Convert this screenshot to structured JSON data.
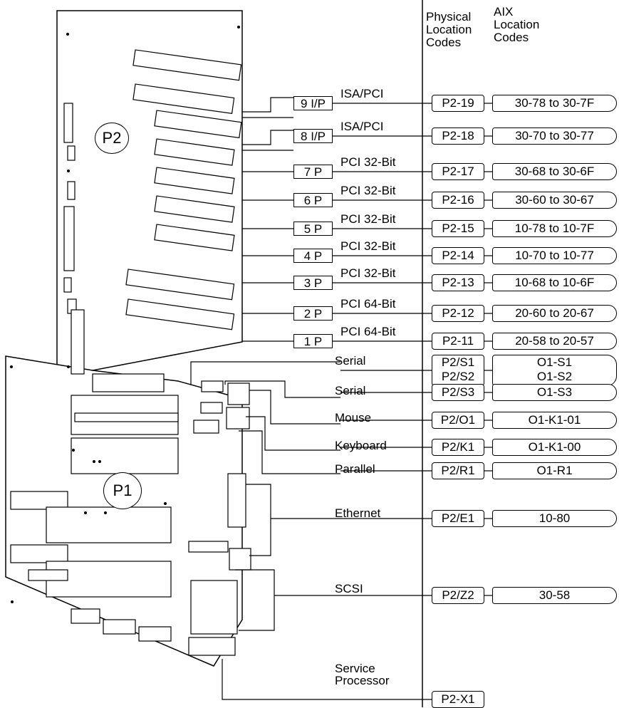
{
  "header": {
    "physical_col": "Physical Location Codes",
    "aix_col": "AIX Location Codes"
  },
  "boards": {
    "p2": "P2",
    "p1": "P1"
  },
  "slots": [
    {
      "slot": "9 I/P",
      "bus": "ISA/PCI",
      "physical": "P2-19",
      "aix": "30-78 to 30-7F"
    },
    {
      "slot": "8 I/P",
      "bus": "ISA/PCI",
      "physical": "P2-18",
      "aix": "30-70 to 30-77"
    },
    {
      "slot": "7 P",
      "bus": "PCI 32-Bit",
      "physical": "P2-17",
      "aix": "30-68 to 30-6F"
    },
    {
      "slot": "6 P",
      "bus": "PCI 32-Bit",
      "physical": "P2-16",
      "aix": "30-60 to 30-67"
    },
    {
      "slot": "5 P",
      "bus": "PCI 32-Bit",
      "physical": "P2-15",
      "aix": "10-78 to 10-7F"
    },
    {
      "slot": "4 P",
      "bus": "PCI 32-Bit",
      "physical": "P2-14",
      "aix": "10-70 to 10-77"
    },
    {
      "slot": "3 P",
      "bus": "PCI 32-Bit",
      "physical": "P2-13",
      "aix": "10-68 to 10-6F"
    },
    {
      "slot": "2 P",
      "bus": "PCI 64-Bit",
      "physical": "P2-12",
      "aix": "20-60 to 20-67"
    },
    {
      "slot": "1 P",
      "bus": "PCI 64-Bit",
      "physical": "P2-11",
      "aix": "20-58 to 20-57"
    }
  ],
  "ports": [
    {
      "name": "Serial",
      "physical": "P2/S1\nP2/S2",
      "aix": "O1-S1\nO1-S2"
    },
    {
      "name": "Serial",
      "physical": "P2/S3",
      "aix": "O1-S3"
    },
    {
      "name": "Mouse",
      "physical": "P2/O1",
      "aix": "O1-K1-01"
    },
    {
      "name": "Keyboard",
      "physical": "P2/K1",
      "aix": "O1-K1-00"
    },
    {
      "name": "Parallel",
      "physical": "P2/R1",
      "aix": "O1-R1"
    },
    {
      "name": "Ethernet",
      "physical": "P2/E1",
      "aix": "10-80"
    },
    {
      "name": "SCSI",
      "physical": "P2/Z2",
      "aix": "30-58"
    },
    {
      "name": "Service\nProcessor",
      "physical": "P2-X1",
      "aix": ""
    }
  ]
}
